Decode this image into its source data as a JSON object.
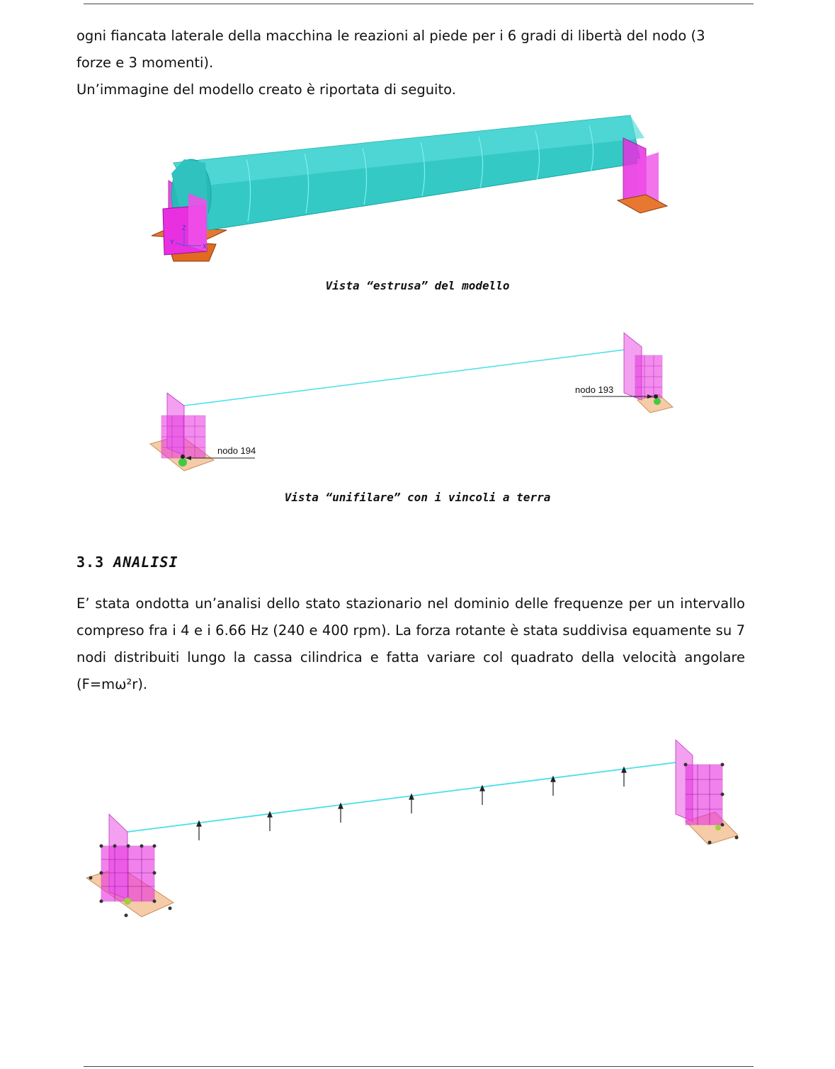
{
  "page": {
    "para_top_line1": "ogni fiancata laterale della macchina le reazioni al piede per i 6 gradi di libertà del nodo (3",
    "para_top_line2": "forze e 3 momenti).",
    "para_intro": "Un’immagine del modello creato è riportata di seguito.",
    "caption_extruded": "Vista “estrusa” del modello",
    "caption_wire": "Vista “unifilare” con i vincoli a terra",
    "section_number": "3.3",
    "section_title": "ANALISI",
    "para_analysis": "E’ stata ondotta un’analisi dello stato stazionario nel dominio delle frequenze per un intervallo compreso fra i 4 e i 6.66 Hz (240 e 400 rpm). La forza rotante è stata suddivisa equamente su 7 nodi distribuiti lungo la cassa cilindrica e fatta variare col quadrato della velocità angolare (F=mω²r)."
  },
  "figures": {
    "node_left_label": "nodo 194",
    "node_right_label": "nodo 193",
    "axis_x": "X",
    "axis_y": "Y",
    "axis_z": "Z",
    "colors": {
      "cylinder": "#34c9c5",
      "cylinder_edge": "#14a7a4",
      "support": "#e830e0",
      "support_light": "#f2a0ef",
      "base_plate": "#e87830",
      "base_plate_light": "#f5cba8",
      "beam_line": "#45e0e8",
      "node": "#222222",
      "constraint": "#40cc40"
    }
  }
}
